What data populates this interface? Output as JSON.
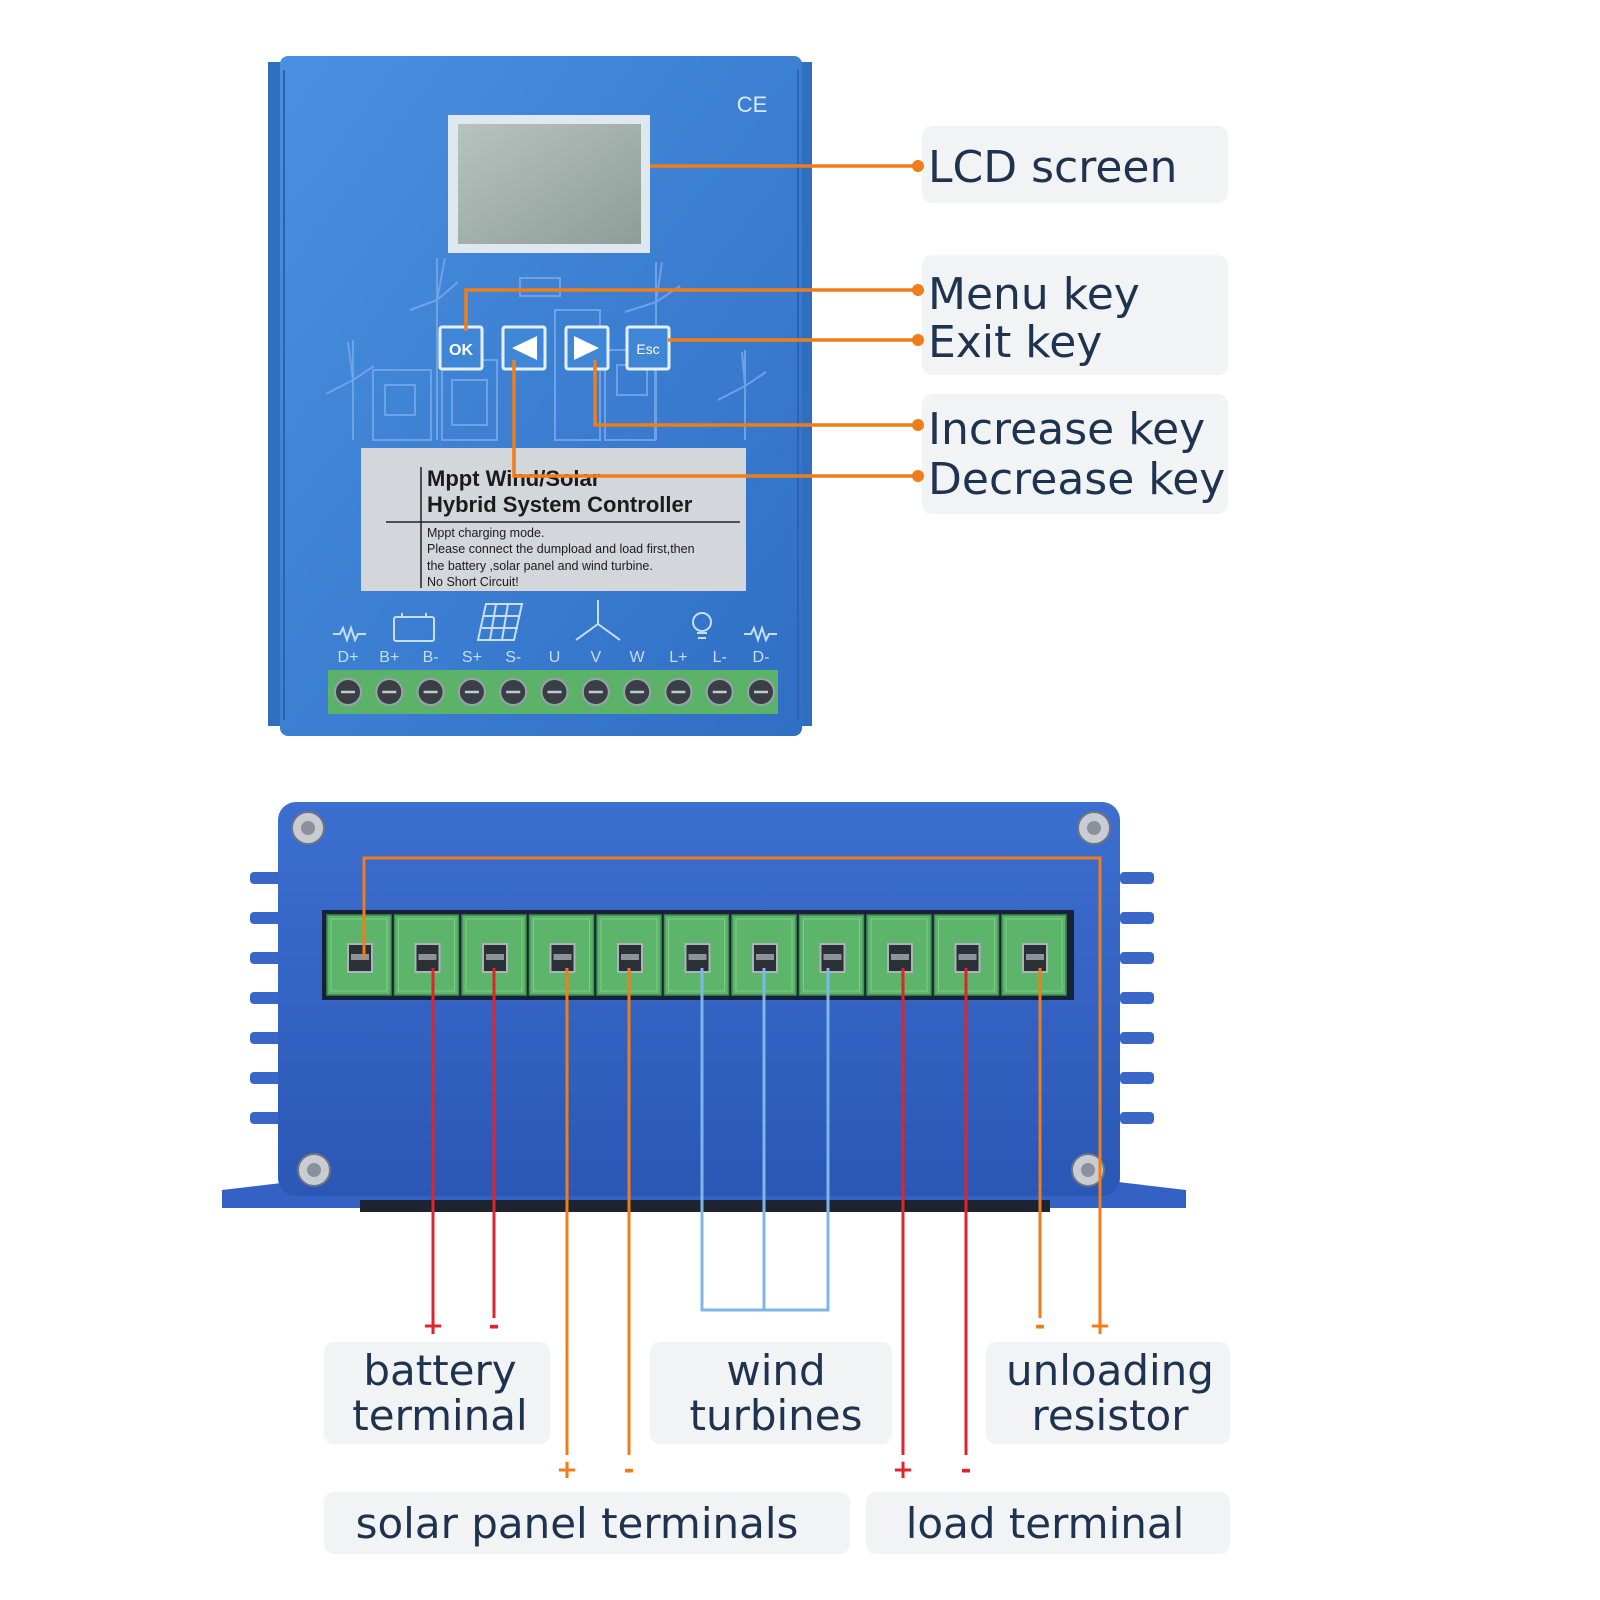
{
  "device": {
    "ce_mark": "CE",
    "buttons": {
      "ok": "OK",
      "esc": "Esc"
    },
    "label_title_line1": "Mppt Wind/Solar",
    "label_title_line2": "Hybrid System Controller",
    "label_notes": [
      "Mppt charging mode.",
      "Please connect the dumpload and load first,then",
      "the battery ,solar panel and wind turbine.",
      "No Short Circuit!"
    ],
    "terminal_labels": [
      "D+",
      "B+",
      "B-",
      "S+",
      "S-",
      "U",
      "V",
      "W",
      "L+",
      "L-",
      "D-"
    ]
  },
  "callouts": {
    "lcd": "LCD screen",
    "menu": "Menu key",
    "exit": "Exit key",
    "increase": "Increase key",
    "decrease": "Decrease key"
  },
  "groups": {
    "battery": {
      "line1": "battery",
      "line2": "terminal",
      "plus": "+",
      "minus": "-"
    },
    "wind": {
      "line1": "wind",
      "line2": "turbines"
    },
    "unloading": {
      "line1": "unloading",
      "line2": "resistor",
      "plus": "+",
      "minus": "-"
    },
    "solar": {
      "label": "solar panel terminals",
      "plus": "+",
      "minus": "-"
    },
    "load": {
      "label": "load terminal",
      "plus": "+",
      "minus": "-"
    }
  },
  "colors": {
    "housing": "#3f86d6",
    "housing_dark": "#2f6fc0",
    "orange": "#ef7d1a",
    "red": "#e0242c",
    "light_blue": "#7fb6e8",
    "terminal_green": "#5cb56a",
    "callout_bg": "#f2f3f4"
  }
}
